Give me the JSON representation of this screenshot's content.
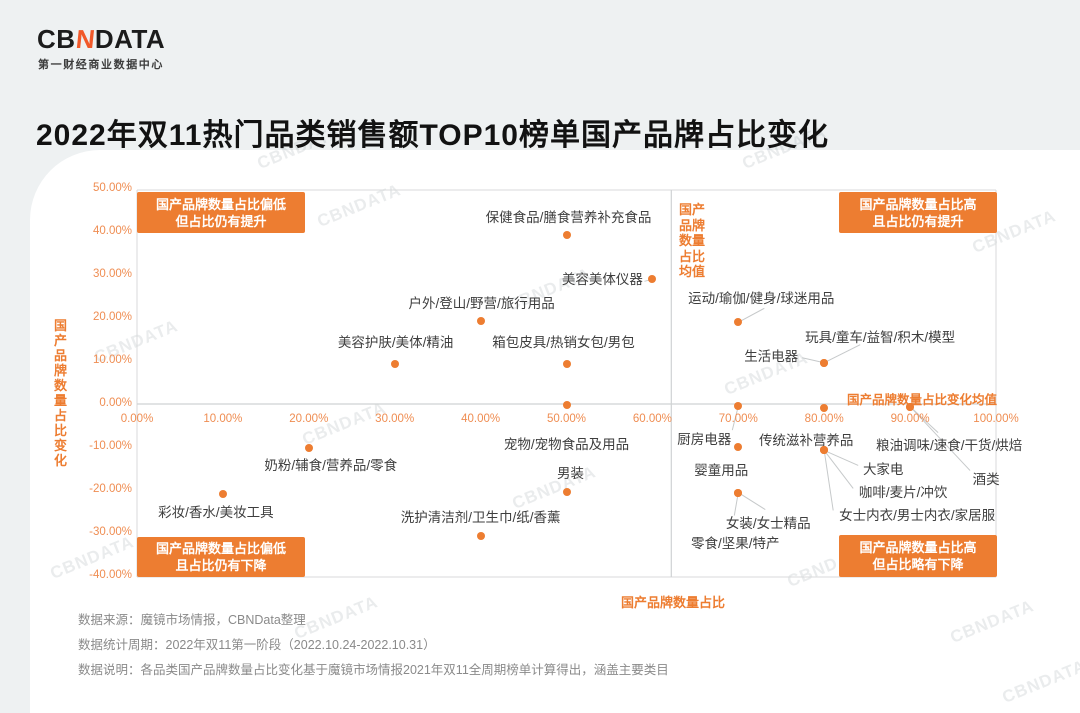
{
  "page": {
    "background": "#eef1f2",
    "watermark": "CBNDATA"
  },
  "logo": {
    "cb": "CB",
    "n": "N",
    "data": "DATA",
    "subtitle": "第一财经商业数据中心"
  },
  "title": "2022年双11热门品类销售额TOP10榜单国产品牌占比变化",
  "colors": {
    "accent_orange": "#ed7d31",
    "logo_orange": "#f1592a",
    "tick_orange": "#ef8d52",
    "label_gray": "#3e3e3e",
    "footer_gray": "#8a8a8a",
    "line_gray": "#d8dadb"
  },
  "chart_data": {
    "type": "scatter",
    "xlabel": "国产品牌数量占比",
    "ylabel": "国产品牌数量占比变化",
    "xlim": [
      0,
      100
    ],
    "ylim": [
      -40,
      50
    ],
    "grid": false,
    "x_ticks": [
      {
        "v": 0,
        "label": "0.00%"
      },
      {
        "v": 10,
        "label": "10.00%"
      },
      {
        "v": 20,
        "label": "20.00%"
      },
      {
        "v": 30,
        "label": "30.00%"
      },
      {
        "v": 40,
        "label": "40.00%"
      },
      {
        "v": 50,
        "label": "50.00%"
      },
      {
        "v": 60,
        "label": "60.00%"
      },
      {
        "v": 70,
        "label": "70.00%"
      },
      {
        "v": 80,
        "label": "80.00%"
      },
      {
        "v": 90,
        "label": "90.00%"
      },
      {
        "v": 100,
        "label": "100.00%"
      }
    ],
    "y_ticks": [
      {
        "v": 50,
        "label": "50.00%"
      },
      {
        "v": 40,
        "label": "40.00%"
      },
      {
        "v": 30,
        "label": "30.00%"
      },
      {
        "v": 20,
        "label": "20.00%"
      },
      {
        "v": 10,
        "label": "10.00%"
      },
      {
        "v": 0,
        "label": "0.00%"
      },
      {
        "v": -10,
        "label": "-10.00%"
      },
      {
        "v": -20,
        "label": "-20.00%"
      },
      {
        "v": -30,
        "label": "-30.00%"
      },
      {
        "v": -40,
        "label": "-40.00%"
      }
    ],
    "mean_x": {
      "value": 62.2,
      "label": "国产品牌数量占比均值"
    },
    "mean_y": {
      "value": 0,
      "label": "国产品牌数量占比变化均值"
    },
    "quadrants": [
      {
        "id": "top-left",
        "lines": [
          "国产品牌数量占比偏低",
          "但占比仍有提升"
        ]
      },
      {
        "id": "top-right",
        "lines": [
          "国产品牌数量占比高",
          "且占比仍有提升"
        ]
      },
      {
        "id": "bottom-left",
        "lines": [
          "国产品牌数量占比偏低",
          "且占比仍有下降"
        ]
      },
      {
        "id": "bottom-right",
        "lines": [
          "国产品牌数量占比高",
          "但占比略有下降"
        ]
      }
    ],
    "points": [
      {
        "label": "保健食品/膳食营养补充食品",
        "x": 50,
        "y": 39.3,
        "label_dx": 2,
        "label_dy": -19
      },
      {
        "label": "美容美体仪器",
        "x": 60,
        "y": 29,
        "label_dx": -50,
        "label_dy": -1,
        "leader": [
          -8,
          2
        ]
      },
      {
        "label": "户外/登山/野营/旅行用品",
        "x": 40,
        "y": 19.4,
        "label_dx": 1,
        "label_dy": -19
      },
      {
        "label": "美容护肤/美体/精油",
        "x": 30,
        "y": 9.4,
        "label_dx": 1,
        "label_dy": -23
      },
      {
        "label": "箱包皮具/热销女包/男包",
        "x": 50,
        "y": 9.4,
        "label_dx": -3,
        "label_dy": -23
      },
      {
        "label": "运动/瑜伽/健身/球迷用品",
        "x": 70,
        "y": 19,
        "label_dx": 23,
        "label_dy": -25,
        "leader": [
          26,
          -14
        ]
      },
      {
        "label": "玩具/童车/益智/积木/模型",
        "x": 80,
        "y": 9.6,
        "label_dx": 56,
        "label_dy": -27,
        "leader": [
          36,
          -18
        ]
      },
      {
        "label": "生活电器",
        "x": 80,
        "y": 9.6,
        "label_dx": -53,
        "label_dy": -8,
        "leader": [
          -22,
          -5
        ]
      },
      {
        "label": "宠物/宠物食品及用品",
        "x": 50,
        "y": -0.3,
        "label_dx": 0,
        "label_dy": 38
      },
      {
        "label": "厨房电器",
        "x": 70,
        "y": -0.5,
        "label_dx": -34,
        "label_dy": 32,
        "leader": [
          -6,
          24
        ]
      },
      {
        "label": "传统滋补营养品",
        "x": 80,
        "y": -0.9,
        "label_dx": -18,
        "label_dy": 31
      },
      {
        "label": "粮油调味/速食/干货/烘焙",
        "x": 90,
        "y": -0.6,
        "label_dx": 39,
        "label_dy": 37,
        "leader": [
          28,
          26
        ]
      },
      {
        "label": "酒类",
        "x": 90,
        "y": -0.6,
        "label_dx": 76,
        "label_dy": 71,
        "leader": [
          60,
          64
        ]
      },
      {
        "label": "婴童用品",
        "x": 70,
        "y": -10,
        "label_dx": -17,
        "label_dy": 22
      },
      {
        "label": "大家电",
        "x": 80,
        "y": -10.8,
        "label_dx": 59,
        "label_dy": 18,
        "leader": [
          34,
          15
        ]
      },
      {
        "label": "咖啡/麦片/冲饮",
        "x": 80,
        "y": -10.8,
        "label_dx": 79,
        "label_dy": 41,
        "leader": [
          29,
          38
        ]
      },
      {
        "label": "女士内衣/男士内衣/家居服",
        "x": 80,
        "y": -10.8,
        "label_dx": 93,
        "label_dy": 64,
        "leader": [
          9,
          60
        ]
      },
      {
        "label": "奶粉/辅食/营养品/零食",
        "x": 20,
        "y": -10.3,
        "label_dx": 22,
        "label_dy": 16
      },
      {
        "label": "男装",
        "x": 50,
        "y": -20.4,
        "label_dx": 4,
        "label_dy": -20
      },
      {
        "label": "女装/女士精品",
        "x": 70,
        "y": -20.6,
        "label_dx": 30,
        "label_dy": 29,
        "leader": [
          27,
          17
        ]
      },
      {
        "label": "零食/坚果/特产",
        "x": 70,
        "y": -20.6,
        "label_dx": -3,
        "label_dy": 49,
        "leader": [
          -4,
          23
        ]
      },
      {
        "label": "彩妆/香水/美妆工具",
        "x": 10,
        "y": -20.9,
        "label_dx": -7,
        "label_dy": 17
      },
      {
        "label": "洗护清洁剂/卫生巾/纸/香薰",
        "x": 40,
        "y": -30.7,
        "label_dx": 0,
        "label_dy": -20
      }
    ]
  },
  "footer": {
    "source": "数据来源：魔镜市场情报，CBNData整理",
    "period": "数据统计周期：2022年双11第一阶段（2022.10.24-2022.10.31）",
    "note": "数据说明：各品类国产品牌数量占比变化基于魔镜市场情报2021年双11全周期榜单计算得出，涵盖主要类目"
  }
}
